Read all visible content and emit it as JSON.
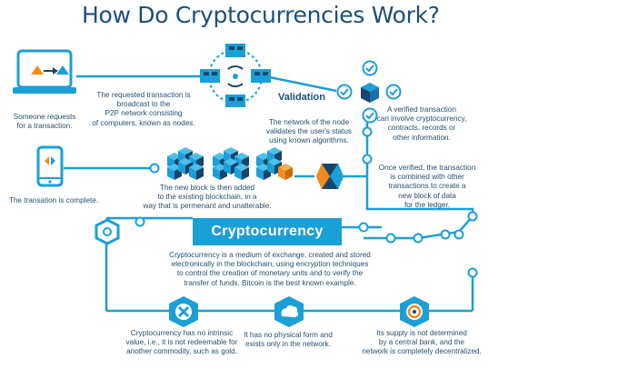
{
  "title": "How Do Cryptocurrencies Work?",
  "labels": {
    "validation": "Validation",
    "cryptocurrency": "Cryptocurrency"
  },
  "steps": {
    "request": [
      "Someone requests",
      "for a transaction."
    ],
    "broadcast": [
      "The requested transaction is",
      "broadcast to the",
      "P2P network consisting",
      "of computers, known as nodes."
    ],
    "validates": [
      "The network of the node",
      "validates the user's status",
      "using known algorithms."
    ],
    "verified": [
      "A verified transaction",
      "can involve cryptocurrency,",
      "contracts, records or",
      "other information."
    ],
    "combined": [
      "Once verified, the transaction",
      "is combined with other",
      "transactions to create a",
      "new block of data",
      "for the ledger."
    ],
    "added": [
      "The new block is then added",
      "to the existing blockchain, in a",
      "way that is permenant and unalterable."
    ],
    "complete": [
      "The transation is complete."
    ]
  },
  "description": [
    "Cryptocurrency is a medium of exchange, created and stored",
    "electronically in the blockchain, using encryption techniques",
    "to control the creation of monetary units and to verify the",
    "transfer of funds. Bitcoin is the best known example."
  ],
  "features": {
    "intrinsic": [
      "Cryptocurrency has no intrinsic",
      "value, i.e., it is not redeemable for",
      "another commodity, such as gold."
    ],
    "physical": [
      "It has no physical form and",
      "exists only in the network."
    ],
    "supply": [
      "Its supply is not determined",
      "by a central bank, and the",
      "network is completely decentralized."
    ]
  },
  "colors": {
    "primary_blue": "#1a9fd7",
    "dark_navy": "#1b4f7a",
    "text_navy": "#23506f",
    "orange": "#f28c1e",
    "cube_dark": "#17456a"
  },
  "icons": [
    "laptop-icon",
    "p2p-network-icon",
    "checkmark-icon",
    "cube-icon",
    "phone-icon",
    "blockchain-icon",
    "hexagon-icon",
    "x-icon",
    "cloud-icon",
    "gear-icon"
  ]
}
